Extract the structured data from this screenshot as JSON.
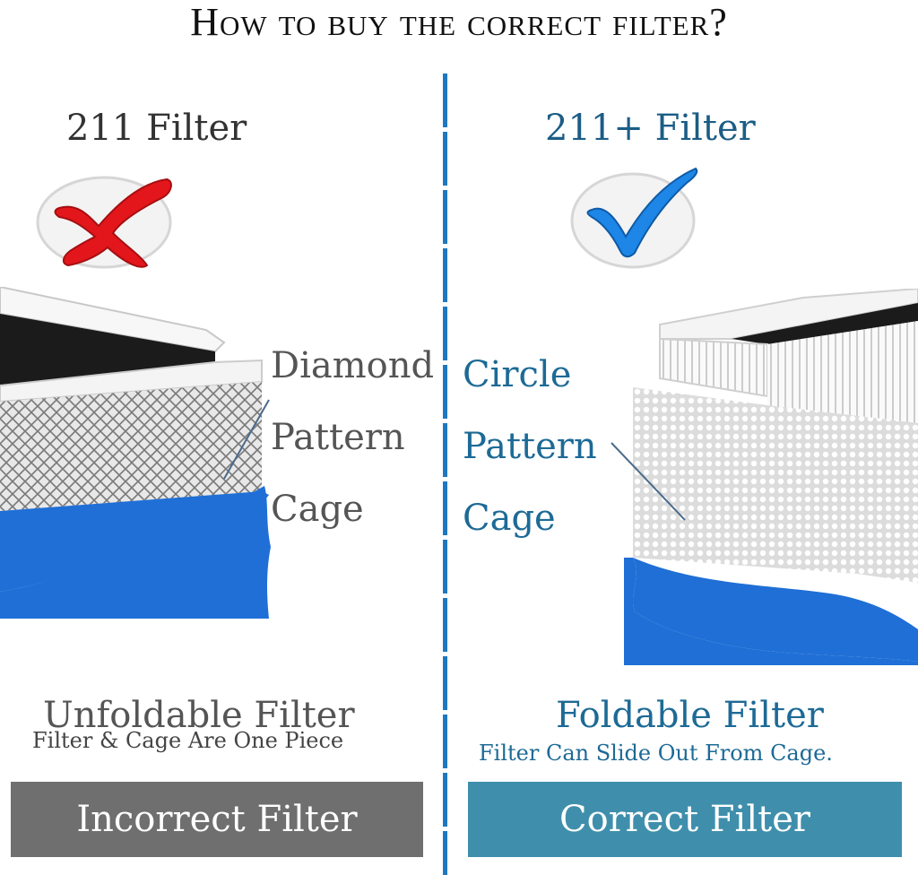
{
  "title": "How to buy the correct filter?",
  "left": {
    "heading": "211 Filter",
    "cage_labels": [
      "Diamond",
      "Pattern",
      "Cage"
    ],
    "type_title": "Unfoldable Filter",
    "type_note": "Filter & Cage Are One Piece",
    "verdict": "Incorrect Filter",
    "status_icon": "red-x-icon",
    "verdict_color": "#6f6f6f"
  },
  "right": {
    "heading": "211+ Filter",
    "cage_labels": [
      "Circle",
      "Pattern",
      "Cage"
    ],
    "type_title": "Foldable Filter",
    "type_note": "Filter Can Slide Out From Cage.",
    "verdict": "Correct Filter",
    "status_icon": "blue-check-icon",
    "verdict_color": "#3f8fac"
  },
  "colors": {
    "filter_blue": "#1f6fd6",
    "divider_blue": "#1e78c0",
    "red_x": "#e3161b",
    "check_blue": "#1d86e6"
  }
}
